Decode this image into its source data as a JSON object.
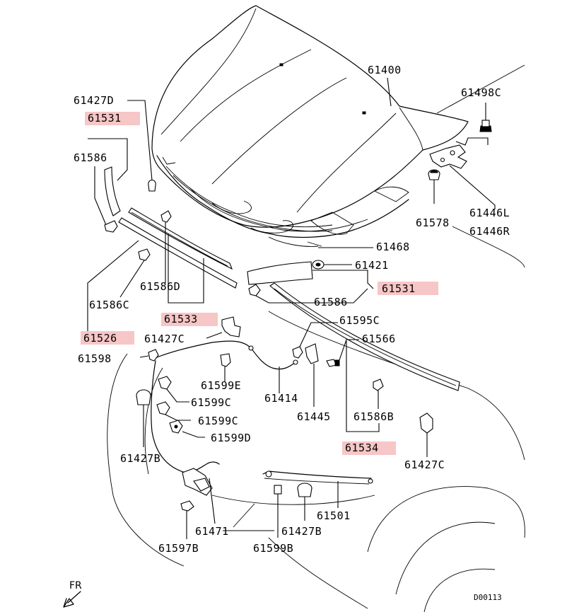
{
  "diagram": {
    "labels": {
      "p61400": "61400",
      "p61498C": "61498C",
      "p61427D": "61427D",
      "p61531a": "61531",
      "p61586a": "61586",
      "p61446L": "61446L",
      "p61446R": "61446R",
      "p61578": "61578",
      "p61468": "61468",
      "p61421": "61421",
      "p61531b": "61531",
      "p61586b": "61586",
      "p61586D": "61586D",
      "p61586C": "61586C",
      "p61533": "61533",
      "p61526": "61526",
      "p61427C_a": "61427C",
      "p61595C": "61595C",
      "p61566": "61566",
      "p61598": "61598",
      "p61599E": "61599E",
      "p61414": "61414",
      "p61599C_a": "61599C",
      "p61599C_b": "61599C",
      "p61599D": "61599D",
      "p61445": "61445",
      "p61586B": "61586B",
      "p61534": "61534",
      "p61427B_a": "61427B",
      "p61427C_b": "61427C",
      "p61501": "61501",
      "p61471": "61471",
      "p61427B_b": "61427B",
      "p61597B": "61597B",
      "p61599B": "61599B",
      "code": "D00113",
      "fr": "FR"
    },
    "highlight_color": "#f7c6c6"
  }
}
